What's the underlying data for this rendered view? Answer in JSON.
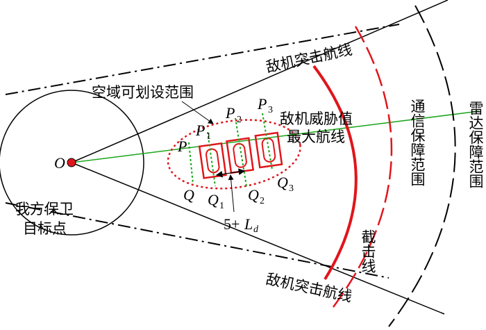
{
  "labels": {
    "origin": "O",
    "target_line1": "我方保卫",
    "target_line2": "目标点",
    "airspace": "空域可划设范围",
    "threat_line1": "敌机威胁值",
    "threat_line2": "最大航线",
    "attack_route_top": "敌机突击航线",
    "attack_route_bottom": "敌机突击航线",
    "intercept": "截击线",
    "comm": "通信保障范围",
    "radar": "雷达保障范围",
    "P": "P",
    "P1": "P",
    "P1_sub": "1",
    "P2": "P",
    "P2_sub": "2",
    "P3": "P",
    "P3_sub": "3",
    "Q": "Q",
    "Q1": "Q",
    "Q1_sub": "1",
    "Q2": "Q",
    "Q2_sub": "2",
    "Q3": "Q",
    "Q3_sub": "3",
    "spacing": "5+",
    "spacing_L": "L",
    "spacing_sub": "d"
  },
  "colors": {
    "red": "#e0151b",
    "green": "#1aa51a",
    "black": "#000000"
  }
}
